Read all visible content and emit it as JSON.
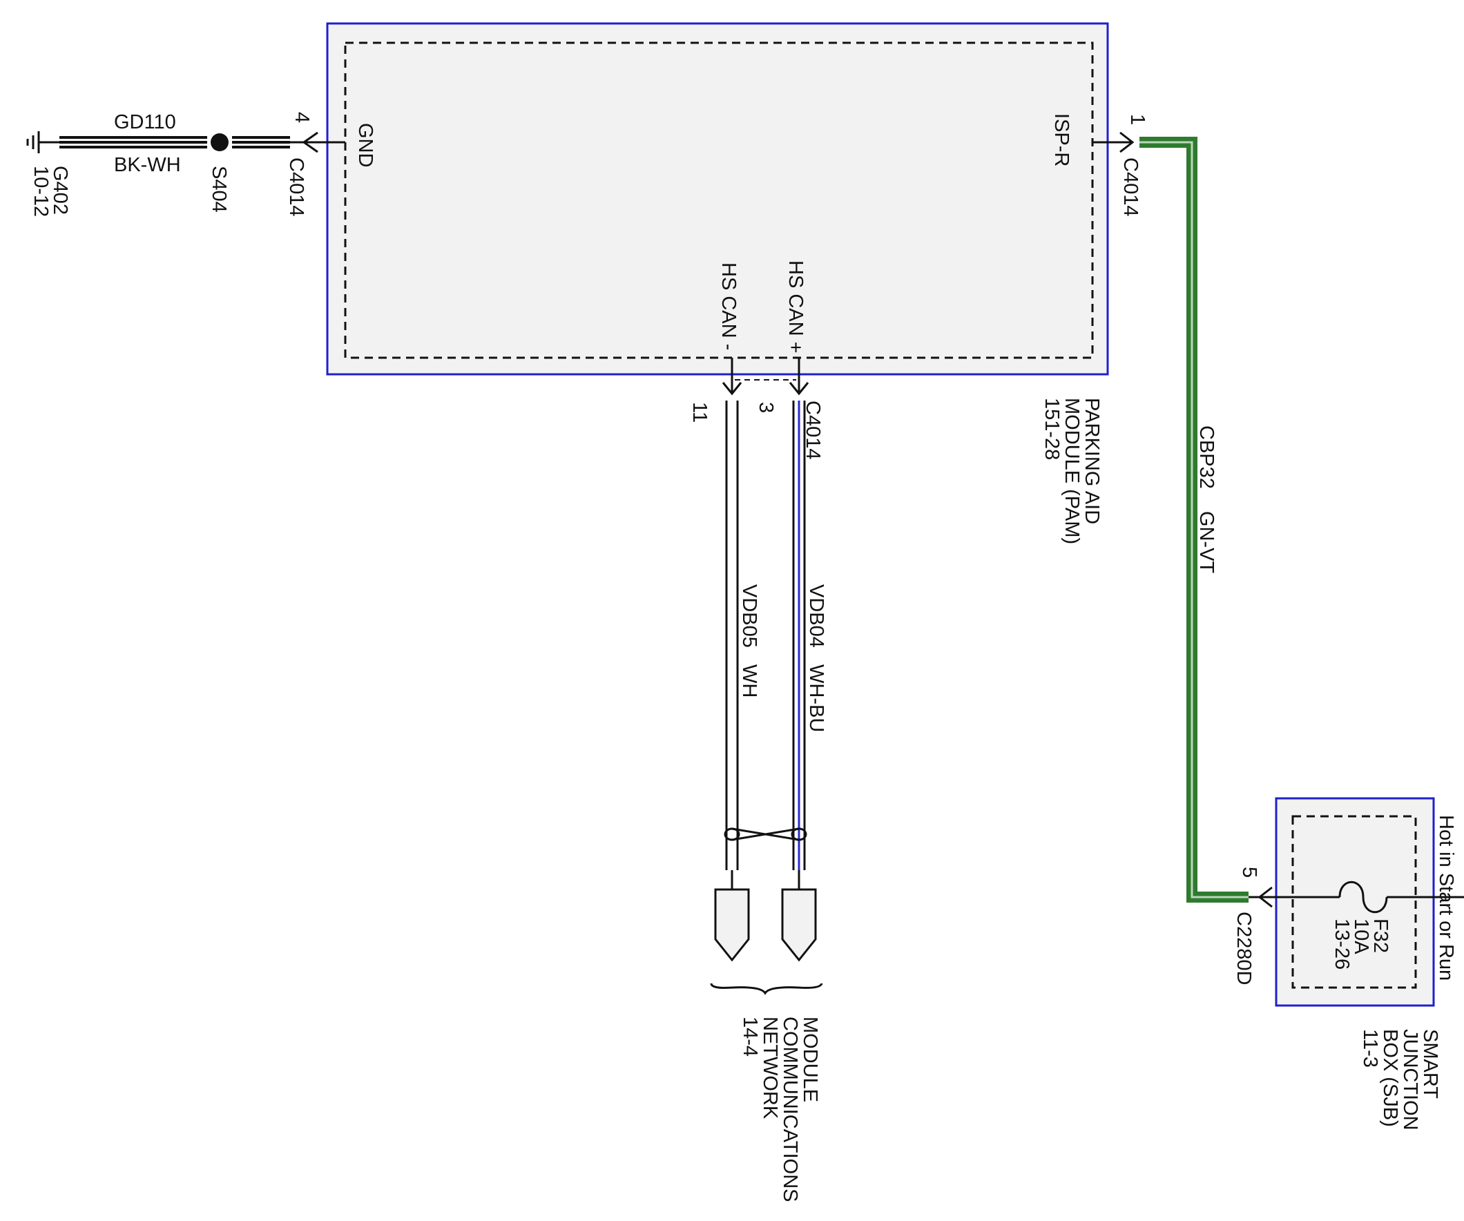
{
  "pam": {
    "pins": {
      "gnd": "GND",
      "isp": "ISP-R",
      "can_hi": "HS CAN +",
      "can_lo": "HS CAN -"
    },
    "label": [
      "PARKING AID",
      "MODULE (PAM)",
      "151-28"
    ]
  },
  "ground": {
    "circuit": "GD110",
    "color": "BK-WH",
    "splice": "S404",
    "ground_point": "G402",
    "ground_ref": "10-12",
    "connector": "C4014",
    "pin": "4"
  },
  "isp_wire": {
    "pin": "1",
    "connector": "C4014",
    "circuit": "CBP32",
    "color": "GN-VT"
  },
  "can": {
    "connector": "C4014",
    "pin_lo": "11",
    "pin_hi": "3",
    "wire_lo": {
      "circuit": "VDB05",
      "color": "WH"
    },
    "wire_hi": {
      "circuit": "VDB04",
      "color": "WH-BU"
    },
    "destination": [
      "MODULE",
      "COMMUNICATIONS",
      "NETWORK",
      "14-4"
    ]
  },
  "sjb": {
    "pin": "5",
    "connector": "C2280D",
    "feed": "Hot in Start or Run",
    "fuse": [
      "F32",
      "10A",
      "13-26"
    ],
    "label": [
      "SMART",
      "JUNCTION",
      "BOX (SJB)",
      "11-3"
    ]
  },
  "colors": {
    "module_border": "#1f1fd0",
    "module_fill": "#f2f2f2",
    "wire_green": "#2f7a2f",
    "wire_blue": "#2a2ad0",
    "wire_black": "#111111"
  }
}
